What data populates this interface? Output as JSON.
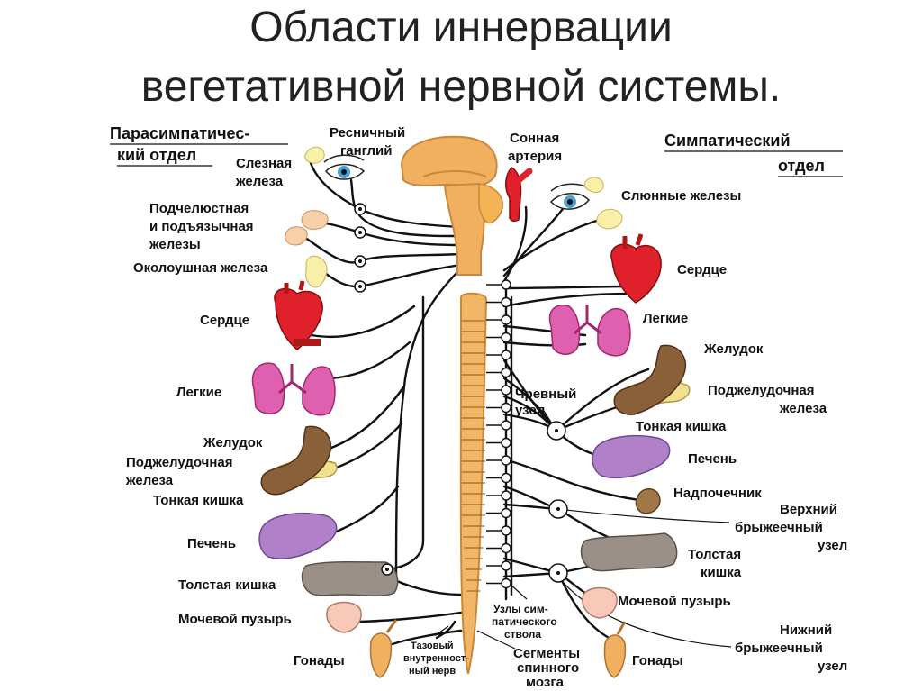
{
  "title": {
    "line1": "Области иннервации",
    "line2": "вегетативной нервной системы."
  },
  "headers": {
    "parasympathetic": [
      "Парасимпатичес-",
      "кий отдел"
    ],
    "sympathetic": [
      "Симпатический",
      "отдел"
    ]
  },
  "center_labels": {
    "ciliary_ganglion": [
      "Ресничный",
      "ганглий"
    ],
    "carotid_artery": [
      "Сонная",
      "артерия"
    ],
    "celiac_node": [
      "Чревный",
      "узел"
    ],
    "trunk_nodes": [
      "Узлы сим-",
      "патического",
      "ствола"
    ],
    "pelvic_nerve": [
      "Тазовый",
      "внутренност-",
      "ный нерв"
    ],
    "spinal_segments": [
      "Сегменты",
      "спинного",
      "мозга"
    ]
  },
  "left_labels": {
    "lacrimal": [
      "Слезная",
      "железа"
    ],
    "submandibular": [
      "Подчелюстная",
      "и подъязычная",
      "железы"
    ],
    "parotid": [
      "Околоушная железа"
    ],
    "heart": [
      "Сердце"
    ],
    "lungs": [
      "Легкие"
    ],
    "stomach": [
      "Желудок"
    ],
    "pancreas": [
      "Поджелудочная",
      "железа"
    ],
    "small_intestine": [
      "Тонкая кишка"
    ],
    "liver": [
      "Печень"
    ],
    "colon": [
      "Толстая кишка"
    ],
    "bladder": [
      "Мочевой пузырь"
    ],
    "gonads": [
      "Гонады"
    ]
  },
  "right_labels": {
    "salivary": [
      "Слюнные железы"
    ],
    "heart": [
      "Сердце"
    ],
    "lungs": [
      "Легкие"
    ],
    "stomach": [
      "Желудок"
    ],
    "pancreas": [
      "Поджелудочная",
      "железа"
    ],
    "small_intestine": [
      "Тонкая кишка"
    ],
    "liver": [
      "Печень"
    ],
    "adrenal": [
      "Надпочечник"
    ],
    "superior_mesenteric": [
      "Верхний",
      "брыжеечный",
      "узел"
    ],
    "colon": [
      "Толстая",
      "кишка"
    ],
    "bladder": [
      "Мочевой пузырь"
    ],
    "inferior_mesenteric": [
      "Нижний",
      "брыжеечный",
      "узел"
    ],
    "gonads": [
      "Гонады"
    ]
  },
  "colors": {
    "spinal_cord": "#f2b766",
    "brain": "#f0b060",
    "heart": "#e0202a",
    "lungs": "#e060b0",
    "stomach": "#8a6038",
    "pancreas": "#f0e090",
    "liver": "#b080c8",
    "colon": "#9a9088",
    "bladder": "#f8c8b8",
    "gland": "#f8f0a8",
    "eye": "#4aa0d0"
  }
}
